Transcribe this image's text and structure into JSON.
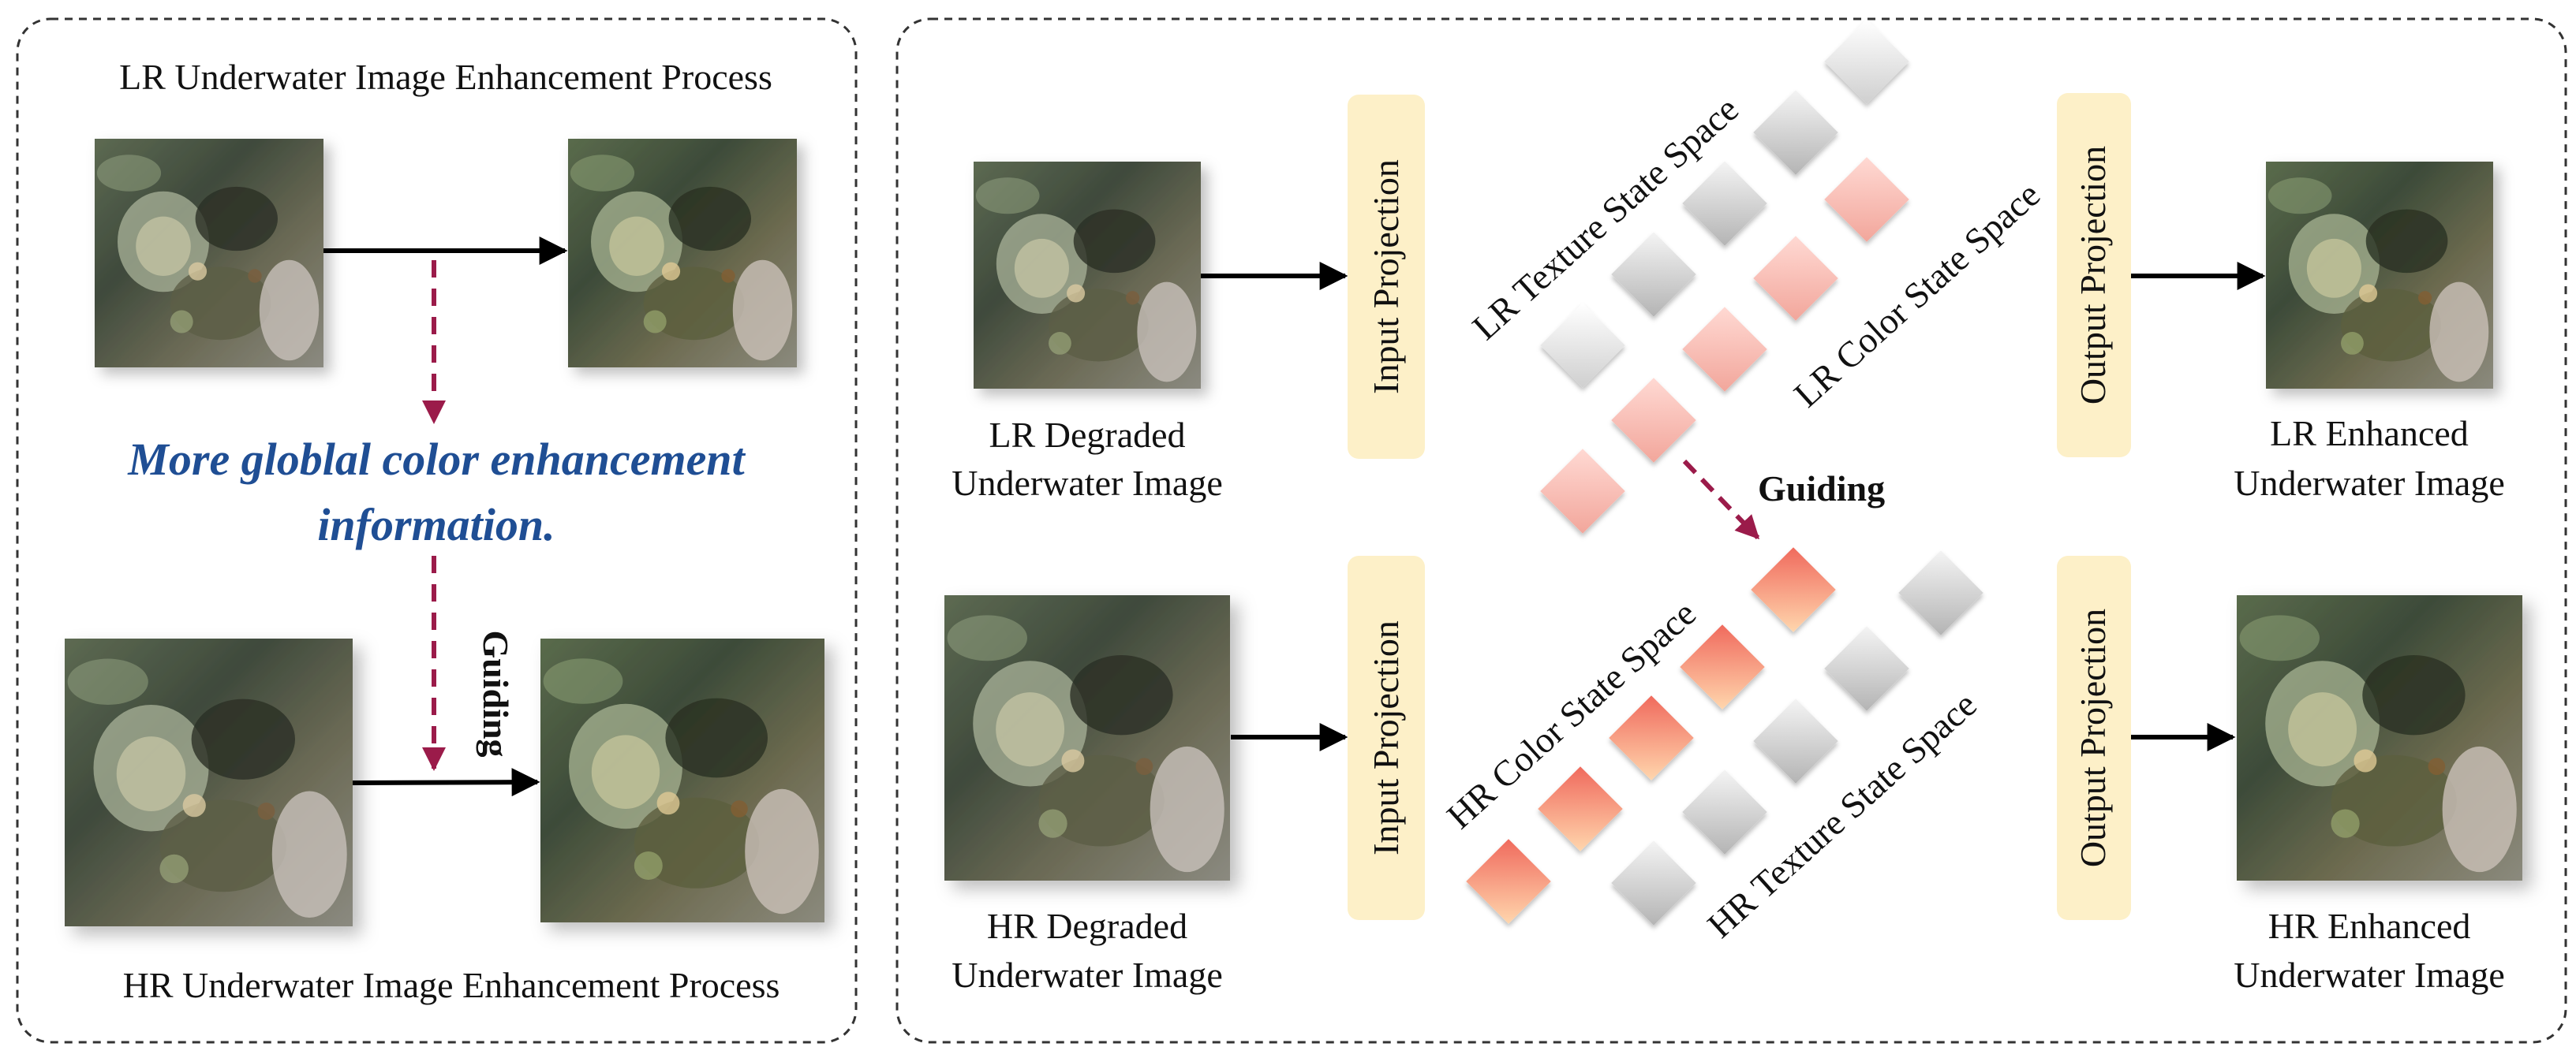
{
  "left_panel": {
    "lr_process_title": "LR Underwater Image Enhancement Process",
    "hr_process_title": "HR Underwater Image Enhancement Process",
    "highlight_line1": "More globlal color enhancement",
    "highlight_line2": "information.",
    "guiding_label": "Guiding"
  },
  "right_panel": {
    "lr_input_label_line1": "LR Degraded",
    "lr_input_label_line2": "Underwater Image",
    "hr_input_label_line1": "HR Degraded",
    "hr_input_label_line2": "Underwater Image",
    "lr_output_label_line1": "LR Enhanced",
    "lr_output_label_line2": "Underwater Image",
    "hr_output_label_line1": "HR Enhanced",
    "hr_output_label_line2": "Underwater Image",
    "input_projection_label": "Input Projection",
    "output_projection_label": "Output Projection",
    "lr_texture_state_space": "LR Texture State Space",
    "lr_color_state_space": "LR Color State Space",
    "hr_color_state_space": "HR Color State Space",
    "hr_texture_state_space": "HR Texture State Space",
    "guiding_label": "Guiding"
  },
  "colors": {
    "guiding_arrow": "#9b1b4a",
    "highlight_text": "#1f4e94",
    "projection_box": "#fdf0c8",
    "panel_border": "#333333"
  }
}
